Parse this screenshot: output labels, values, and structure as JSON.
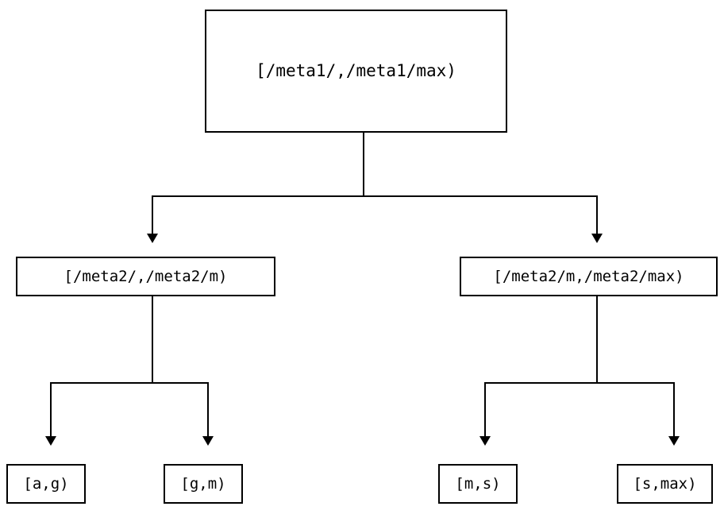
{
  "diagram": {
    "type": "tree",
    "orientation": "top-down",
    "background_color": "#ffffff",
    "line_color": "#000000",
    "text_color": "#000000",
    "nodes": {
      "root": {
        "label": "[/meta1/,/meta1/max)",
        "level": 1
      },
      "mid_left": {
        "label": "[/meta2/,/meta2/m)",
        "level": 2
      },
      "mid_right": {
        "label": "[/meta2/m,/meta2/max)",
        "level": 2
      },
      "leaf_ag": {
        "label": "[a,g)",
        "level": 3
      },
      "leaf_gm": {
        "label": "[g,m)",
        "level": 3
      },
      "leaf_ms": {
        "label": "[m,s)",
        "level": 3
      },
      "leaf_smax": {
        "label": "[s,max)",
        "level": 3
      }
    },
    "edges": [
      {
        "from": "root",
        "to": "mid_left",
        "arrowhead": "triangle-down"
      },
      {
        "from": "root",
        "to": "mid_right",
        "arrowhead": "triangle-down"
      },
      {
        "from": "mid_left",
        "to": "leaf_ag",
        "arrowhead": "triangle-down"
      },
      {
        "from": "mid_left",
        "to": "leaf_gm",
        "arrowhead": "triangle-down"
      },
      {
        "from": "mid_right",
        "to": "leaf_ms",
        "arrowhead": "triangle-down"
      },
      {
        "from": "mid_right",
        "to": "leaf_smax",
        "arrowhead": "triangle-down"
      }
    ]
  }
}
